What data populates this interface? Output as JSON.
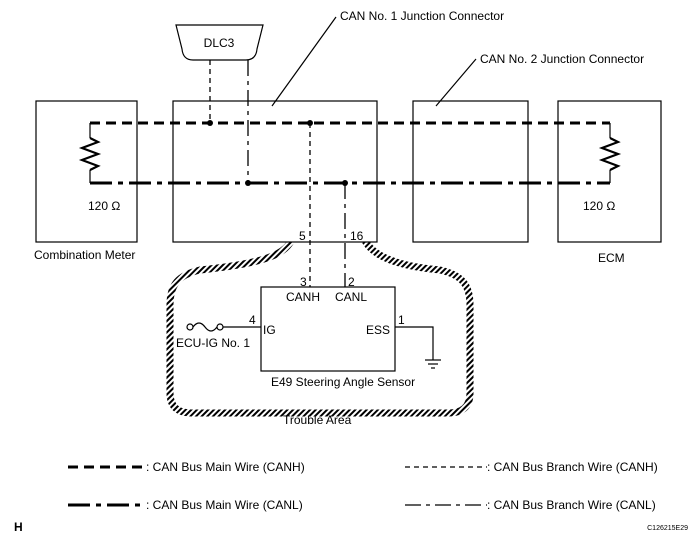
{
  "labels": {
    "can1_junction": "CAN No. 1 Junction Connector",
    "can2_junction": "CAN No. 2 Junction Connector",
    "dlc3": "DLC3",
    "combination_meter": "Combination Meter",
    "ecm": "ECM",
    "res_left": "120 Ω",
    "res_right": "120 Ω",
    "trouble_area": "Trouble Area",
    "sensor_name": "E49  Steering Angle Sensor",
    "ecu_ig": "ECU-IG No. 1"
  },
  "pins": {
    "junction_canh": "5",
    "junction_canl": "16",
    "sensor_canh_no": "3",
    "sensor_canl_no": "2",
    "sensor_canh": "CANH",
    "sensor_canl": "CANL",
    "ig_no": "4",
    "ig": "IG",
    "ess_no": "1",
    "ess": "ESS"
  },
  "legend": {
    "main_canh": ": CAN Bus Main Wire (CANH)",
    "main_canl": ": CAN Bus Main Wire (CANL)",
    "branch_canh": ": CAN Bus Branch Wire (CANH)",
    "branch_canl": ": CAN Bus Branch Wire (CANL)"
  },
  "footer": {
    "page_letter": "H",
    "figure_code": "C126215E29"
  }
}
